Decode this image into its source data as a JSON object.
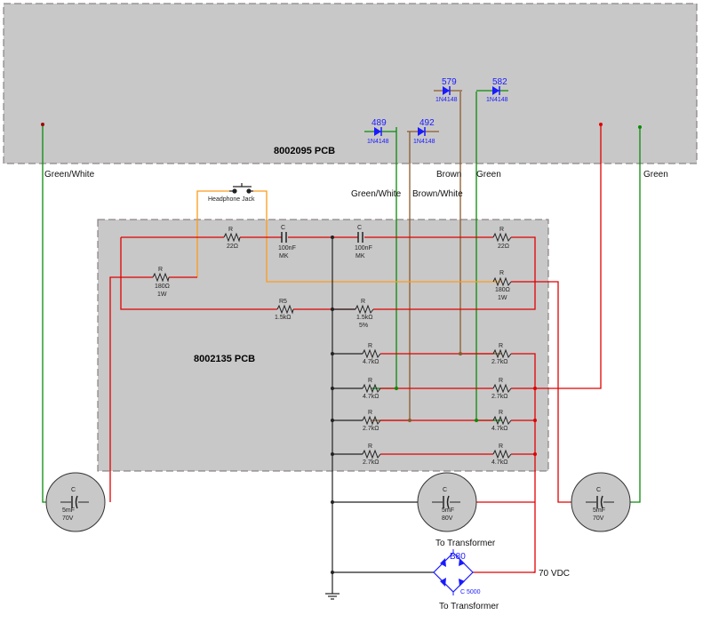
{
  "pcbs": {
    "top": "8002095 PCB",
    "bottom": "8002135 PCB"
  },
  "wires": {
    "green_white_left": "Green/White",
    "green_white_mid": "Green/White",
    "brown_white": "Brown/White",
    "brown": "Brown",
    "green_mid": "Green",
    "green_right": "Green"
  },
  "diodes": [
    {
      "ref": "489",
      "part": "1N4148"
    },
    {
      "ref": "492",
      "part": "1N4148"
    },
    {
      "ref": "579",
      "part": "1N4148"
    },
    {
      "ref": "582",
      "part": "1N4148"
    }
  ],
  "switch": {
    "label": "Headphone Jack"
  },
  "resistors": {
    "r22_left": {
      "ref": "R",
      "value": "22Ω"
    },
    "r180_left": {
      "ref": "R",
      "value": "180Ω",
      "rating": "1W"
    },
    "r5": {
      "ref": "R5",
      "value": "1.5kΩ"
    },
    "r15_mid": {
      "ref": "R",
      "value": "1.5kΩ",
      "tol": "5%"
    },
    "r22_right": {
      "ref": "R",
      "value": "22Ω"
    },
    "r180_right": {
      "ref": "R",
      "value": "180Ω",
      "rating": "1W"
    },
    "ladder_left": [
      {
        "ref": "R",
        "value": "4.7kΩ"
      },
      {
        "ref": "R",
        "value": "4.7kΩ"
      },
      {
        "ref": "R",
        "value": "2.7kΩ"
      },
      {
        "ref": "R",
        "value": "2.7kΩ"
      }
    ],
    "ladder_right": [
      {
        "ref": "R",
        "value": "2.7kΩ"
      },
      {
        "ref": "R",
        "value": "2.7kΩ"
      },
      {
        "ref": "R",
        "value": "4.7kΩ"
      },
      {
        "ref": "R",
        "value": "4.7kΩ"
      }
    ]
  },
  "capacitors": {
    "c1": {
      "ref": "C",
      "value": "100nF",
      "type": "MK"
    },
    "c2": {
      "ref": "C",
      "value": "100nF",
      "type": "MK"
    },
    "elec_left": {
      "ref": "C",
      "value": "5mF",
      "voltage": "70V"
    },
    "elec_mid": {
      "ref": "C",
      "value": "5mF",
      "voltage": "80V"
    },
    "elec_right": {
      "ref": "C",
      "value": "5mF",
      "voltage": "70V"
    }
  },
  "bridge": {
    "ref": "B80",
    "part": "C 5000"
  },
  "labels": {
    "to_transformer_top": "To Transformer",
    "to_transformer_bottom": "To Transformer",
    "vdc": "70 VDC"
  },
  "colors": {
    "pcb_fill": "#c8c8c8",
    "pcb_border": "#7a6e6e",
    "red": "#e00000",
    "green": "#0a8a0a",
    "brown": "#8b5a2b",
    "orange": "#ff9a1a",
    "blue": "#1a1aff"
  }
}
